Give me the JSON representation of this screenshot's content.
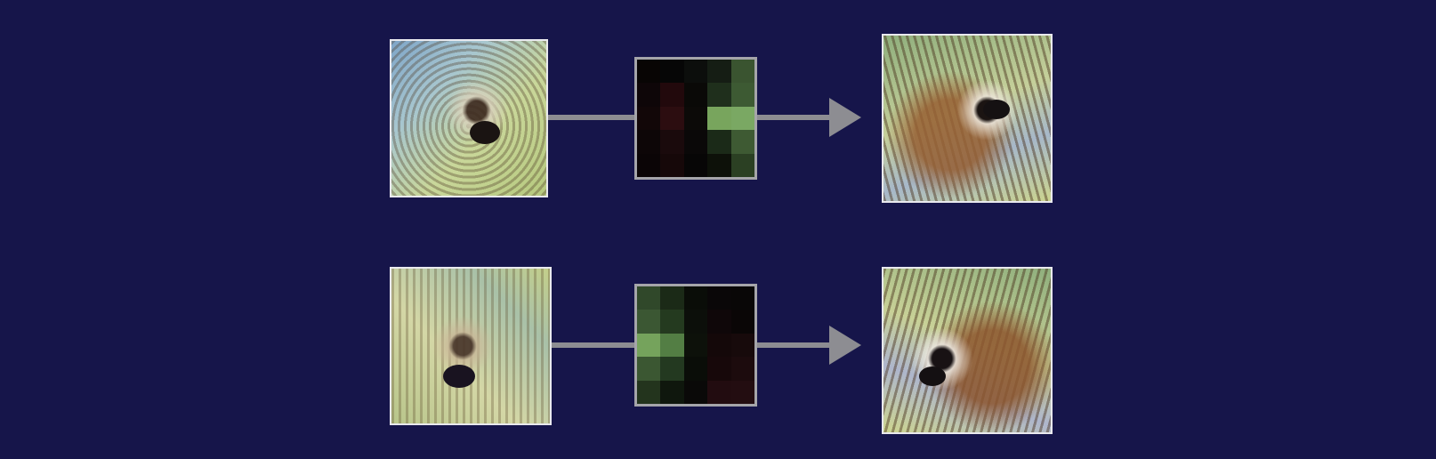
{
  "rows": [
    {
      "source_image": "dog-visualization",
      "activation_grid": [
        [
          "#080504",
          "#060606",
          "#0c0e0c",
          "#151d14",
          "#3a5430"
        ],
        [
          "#0e0608",
          "#22090c",
          "#0a0907",
          "#1f2f1c",
          "#3d5a33"
        ],
        [
          "#120708",
          "#2c0d10",
          "#0c0a08",
          "#78a55d",
          "#7aa863"
        ],
        [
          "#0d0607",
          "#1a0a0c",
          "#0a0808",
          "#1b2a18",
          "#3e5a33"
        ],
        [
          "#0b0506",
          "#160809",
          "#070606",
          "#0d1109",
          "#2b4023"
        ]
      ],
      "result_image": "dog-visualization"
    },
    {
      "source_image": "dog-visualization",
      "activation_grid": [
        [
          "#30482a",
          "#1b2a17",
          "#0a0d08",
          "#0a0708",
          "#090707"
        ],
        [
          "#3b5733",
          "#243a1f",
          "#0c0f0a",
          "#0f0709",
          "#0a0606"
        ],
        [
          "#75a35c",
          "#537e44",
          "#0d110a",
          "#140809",
          "#170a0b"
        ],
        [
          "#3b5732",
          "#233920",
          "#0a0d08",
          "#17080a",
          "#1c0b0d"
        ],
        [
          "#23341d",
          "#0f170d",
          "#0a0908",
          "#220c10",
          "#230d11"
        ]
      ],
      "result_image": "dog-visualization"
    }
  ],
  "colors": {
    "background": "#16154a",
    "connector": "#8d8d92"
  }
}
